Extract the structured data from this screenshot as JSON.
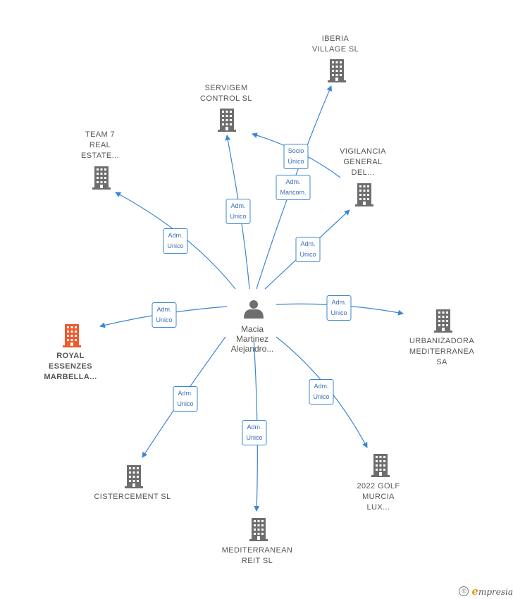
{
  "colors": {
    "edge": "#3a86d4",
    "company": "#6e6e6e",
    "company_highlight": "#ef5a2e",
    "person": "#6e6e6e"
  },
  "person": {
    "id": "macia",
    "label": "Macia\nMartinez\nAlejandro..."
  },
  "companies": [
    {
      "id": "iberia",
      "label": "IBERIA\nVILLAGE SL",
      "highlight": false
    },
    {
      "id": "servigem",
      "label": "SERVIGEM\nCONTROL SL",
      "highlight": false
    },
    {
      "id": "team7",
      "label": "TEAM 7\nREAL\nESTATE...",
      "highlight": false
    },
    {
      "id": "vigilancia",
      "label": "VIGILANCIA\nGENERAL\nDEL...",
      "highlight": false
    },
    {
      "id": "royal",
      "label": "ROYAL\nESSENZES\nMARBELLA...",
      "highlight": true
    },
    {
      "id": "urbanizadora",
      "label": "URBANIZADORA\nMEDITERRANEA SA",
      "highlight": false
    },
    {
      "id": "cistercement",
      "label": "CISTERCEMENT SL",
      "highlight": false
    },
    {
      "id": "golf",
      "label": "2022 GOLF\nMURCIA\nLUX...",
      "highlight": false
    },
    {
      "id": "mediterranean",
      "label": "MEDITERRANEAN\nREIT  SL",
      "highlight": false
    }
  ],
  "edges": [
    {
      "from": "macia",
      "to": "iberia",
      "label": "Adm.\nMancom."
    },
    {
      "from": "macia",
      "to": "servigem",
      "label": "Adm.\nUnico"
    },
    {
      "from": "vigilancia",
      "to": "servigem",
      "label": "Socio\nÚnico"
    },
    {
      "from": "macia",
      "to": "team7",
      "label": "Adm.\nUnico"
    },
    {
      "from": "macia",
      "to": "vigilancia",
      "label": "Adm.\nUnico"
    },
    {
      "from": "macia",
      "to": "royal",
      "label": "Adm.\nUnico"
    },
    {
      "from": "macia",
      "to": "urbanizadora",
      "label": "Adm.\nUnico"
    },
    {
      "from": "macia",
      "to": "cistercement",
      "label": "Adm.\nUnico"
    },
    {
      "from": "macia",
      "to": "golf",
      "label": "Adm.\nUnico"
    },
    {
      "from": "macia",
      "to": "mediterranean",
      "label": "Adm.\nUnico"
    }
  ],
  "footer": {
    "copyright": "©",
    "brand_initial": "e",
    "brand_rest": "mpresia"
  }
}
